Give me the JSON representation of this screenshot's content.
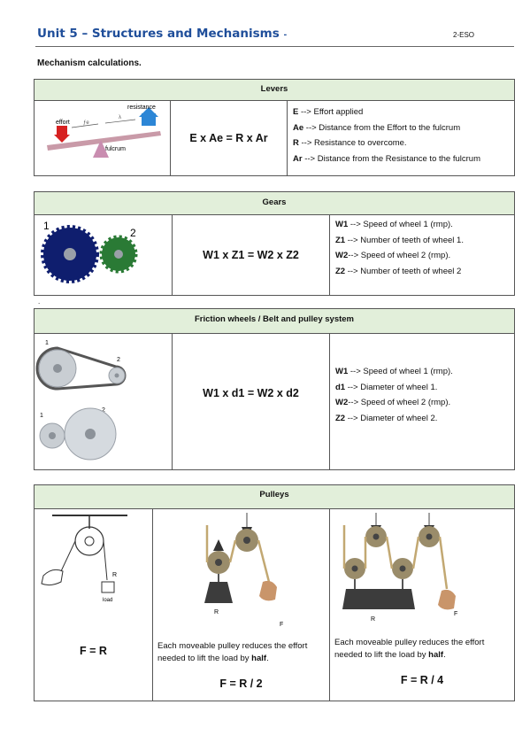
{
  "header": {
    "unit_title": "Unit 5 – Structures and Mechanisms",
    "unit_suffix": "-",
    "course_code": "2-ESO"
  },
  "subtitle": "Mechanism calculations.",
  "levers": {
    "title": "Levers",
    "image_labels": {
      "effort": "effort",
      "resistance": "resistance",
      "fulcrum": "fulcrum"
    },
    "formula": "E x Ae  = R x Ar",
    "defs": [
      {
        "term": "E",
        "text": " --> Effort applied"
      },
      {
        "term": "Ae",
        "text": " --> Distance from the Effort to the fulcrum"
      },
      {
        "term": "R",
        "text": " --> Resistance to overcome."
      },
      {
        "term": "Ar",
        "text": " --> Distance from the Resistance to the fulcrum"
      }
    ]
  },
  "gears": {
    "title": "Gears",
    "wheel_labels": [
      "1",
      "2"
    ],
    "formula": "W1 x Z1 = W2 x Z2",
    "defs": [
      {
        "term": "W1",
        "text": " --> Speed of wheel 1 (rmp)."
      },
      {
        "term": "Z1",
        "text": " --> Number of teeth of wheel 1."
      },
      {
        "term": "W2",
        "text": "--> Speed of wheel 2 (rmp)."
      },
      {
        "term": "Z2",
        "text": " --> Number of teeth of wheel 2"
      }
    ]
  },
  "separator_dot": ".",
  "friction": {
    "title": "Friction wheels / Belt and pulley system",
    "wheel_labels": [
      "1",
      "2"
    ],
    "formula": "W1 x d1 = W2 x d2",
    "defs": [
      {
        "term": "W1",
        "text": " --> Speed of wheel 1 (rmp)."
      },
      {
        "term": "d1",
        "text": " --> Diameter of wheel 1."
      },
      {
        "term": "W2",
        "text": "--> Speed of wheel 2 (rmp)."
      },
      {
        "term": "Z2",
        "text": " --> Diameter of wheel 2."
      }
    ]
  },
  "pulleys": {
    "title": "Pulleys",
    "col1": {
      "formula": "F = R",
      "labels": {
        "r": "R",
        "load": "load"
      }
    },
    "col2": {
      "note_pre": "Each moveable pulley reduces the effort needed to lift the load by ",
      "note_bold": "half",
      "note_post": ".",
      "formula": "F = R / 2",
      "labels": {
        "r": "R",
        "f": "F"
      }
    },
    "col3": {
      "note_pre": "Each moveable pulley reduces the effort needed to lift the load by ",
      "note_bold": "half",
      "note_post": ".",
      "formula": "F = R / 4",
      "labels": {
        "r": "R",
        "f": "F"
      }
    }
  }
}
